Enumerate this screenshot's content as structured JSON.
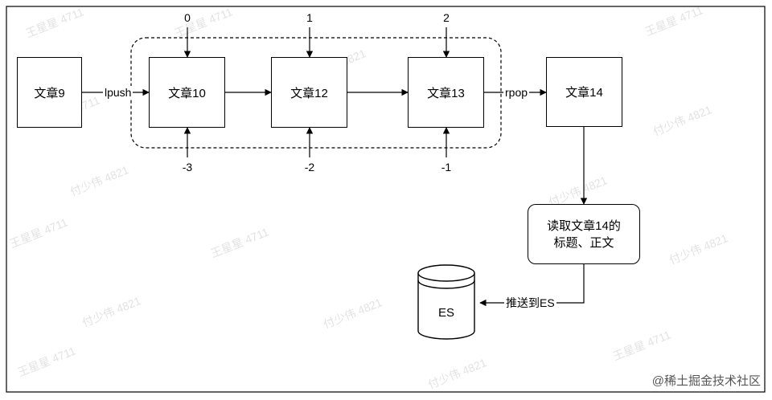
{
  "nodes": {
    "article9": "文章9",
    "article10": "文章10",
    "article12": "文章12",
    "article13": "文章13",
    "article14": "文章14",
    "read_title": "读取文章14的",
    "read_title2": "标题、正文",
    "es": "ES"
  },
  "edges": {
    "lpush": "lpush",
    "rpop": "rpop",
    "push_es": "推送到ES"
  },
  "indices": {
    "top": [
      "0",
      "1",
      "2"
    ],
    "bottom": [
      "-3",
      "-2",
      "-1"
    ]
  },
  "watermarks": {
    "a": "王星星 4711",
    "b": "付少伟 4821"
  },
  "credit": "@稀土掘金技术社区",
  "colors": {
    "stroke": "#000000",
    "background": "#ffffff"
  }
}
